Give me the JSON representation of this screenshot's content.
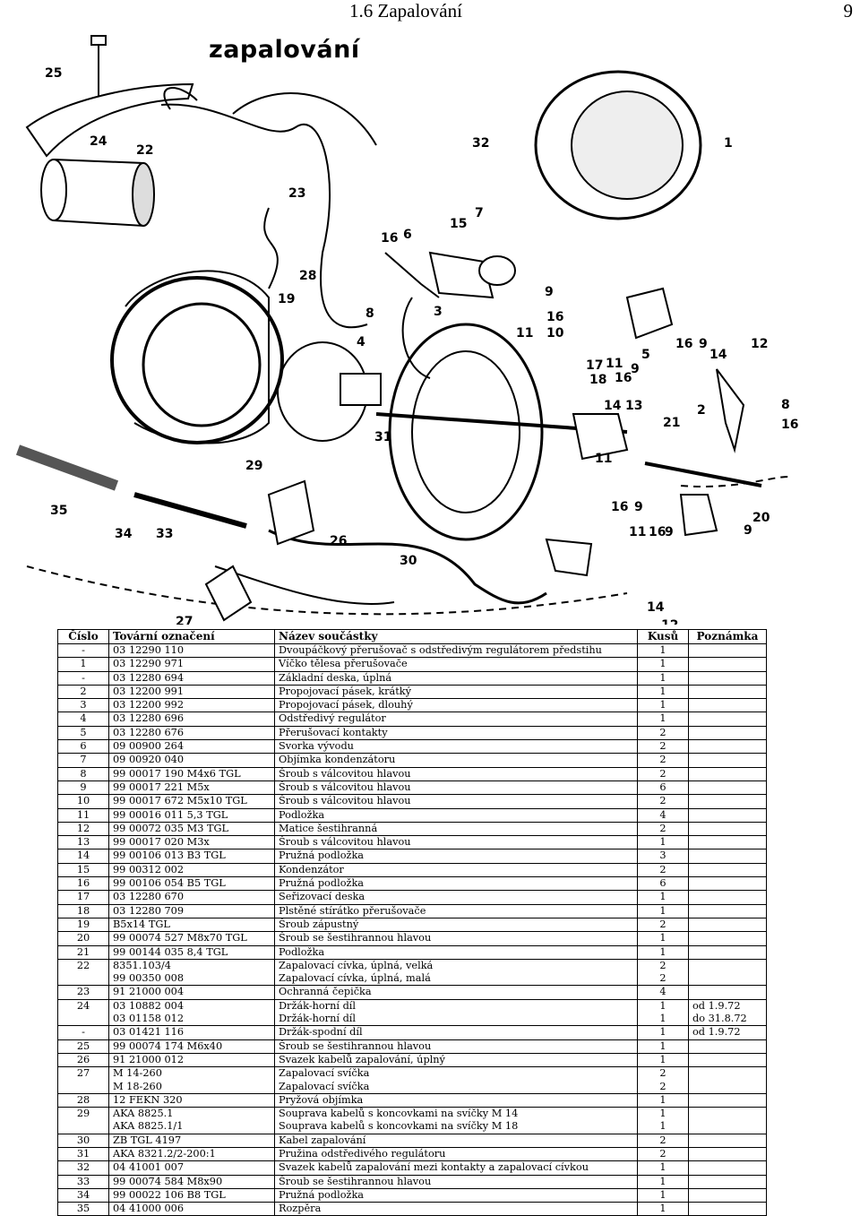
{
  "header": {
    "section": "1.6   Zapalování",
    "page": "9"
  },
  "figure": {
    "title": "zapalování",
    "callouts": [
      "25",
      "24",
      "22",
      "23",
      "28",
      "19",
      "32",
      "1",
      "16",
      "6",
      "15",
      "7",
      "8",
      "3",
      "9",
      "16",
      "11",
      "10",
      "4",
      "5",
      "16",
      "9",
      "12",
      "14",
      "17",
      "11",
      "18",
      "16",
      "9",
      "14",
      "13",
      "8",
      "2",
      "16",
      "21",
      "31",
      "11",
      "29",
      "35",
      "34",
      "33",
      "26",
      "30",
      "27",
      "16",
      "9",
      "11",
      "16",
      "9",
      "20",
      "9",
      "14",
      "12"
    ]
  },
  "table": {
    "headers": [
      "Číslo",
      "Tovární označení",
      "Název součástky",
      "Kusů",
      "Poznámka"
    ],
    "rows": [
      [
        "-",
        "03 12290 110",
        "Dvoupáčkový přerušovač s odstředivým regulátorem předstihu",
        "1",
        ""
      ],
      [
        "1",
        "03 12290 971",
        "Víčko tělesa přerušovače",
        "1",
        ""
      ],
      [
        "-",
        "03 12280 694",
        "Základní deska, úplná",
        "1",
        ""
      ],
      [
        "2",
        "03 12200 991",
        "Propojovací pásek, krátký",
        "1",
        ""
      ],
      [
        "3",
        "03 12200 992",
        "Propojovací pásek, dlouhý",
        "1",
        ""
      ],
      [
        "4",
        "03 12280 696",
        "Odstředivý regulátor",
        "1",
        ""
      ],
      [
        "5",
        "03 12280 676",
        "Přerušovací kontakty",
        "2",
        ""
      ],
      [
        "6",
        "09 00900 264",
        "Svorka vývodu",
        "2",
        ""
      ],
      [
        "7",
        "09 00920 040",
        "Objímka kondenzátoru",
        "2",
        ""
      ],
      [
        "8",
        "99 00017 190 M4x6 TGL",
        "Šroub s válcovitou hlavou",
        "2",
        ""
      ],
      [
        "9",
        "99 00017 221 M5x",
        "Šroub s válcovitou hlavou",
        "6",
        ""
      ],
      [
        "10",
        "99 00017 672 M5x10 TGL",
        "Šroub s válcovitou hlavou",
        "2",
        ""
      ],
      [
        "11",
        "99 00016 011 5,3 TGL",
        "Podložka",
        "4",
        ""
      ],
      [
        "12",
        "99 00072 035 M3 TGL",
        "Matice šestihranná",
        "2",
        ""
      ],
      [
        "13",
        "99 00017 020 M3x",
        "Šroub s válcovitou hlavou",
        "1",
        ""
      ],
      [
        "14",
        "99 00106 013 B3 TGL",
        "Pružná podložka",
        "3",
        ""
      ],
      [
        "15",
        "99 00312 002",
        "Kondenzátor",
        "2",
        ""
      ],
      [
        "16",
        "99 00106 054 B5 TGL",
        "Pružná podložka",
        "6",
        ""
      ],
      [
        "17",
        "03 12280 670",
        "Seřizovací deska",
        "1",
        ""
      ],
      [
        "18",
        "03 12280 709",
        "Plstěné stírátko přerušovače",
        "1",
        ""
      ],
      [
        "19",
        "B5x14 TGL",
        "Šroub zápustný",
        "2",
        ""
      ],
      [
        "20",
        "99 00074 527 M8x70 TGL",
        "Šroub se šestihrannou hlavou",
        "1",
        ""
      ],
      [
        "21",
        "99 00144 035 8,4 TGL",
        "Podložka",
        "1",
        ""
      ],
      [
        "22",
        "8351.103/4",
        "Zapalovací cívka, úplná, velká",
        "2",
        ""
      ],
      [
        "",
        "99 00350 008",
        "Zapalovací cívka, úplná, malá",
        "2",
        ""
      ],
      [
        "23",
        "91 21000 004",
        "Ochranná čepička",
        "4",
        ""
      ],
      [
        "24",
        "03 10882 004",
        "Držák-horní díl",
        "1",
        "od 1.9.72"
      ],
      [
        "",
        "03 01158 012",
        "Držák-horní díl",
        "1",
        "do 31.8.72"
      ],
      [
        "-",
        "03 01421 116",
        "Držák-spodní díl",
        "1",
        "od 1.9.72"
      ],
      [
        "25",
        "99 00074 174 M6x40",
        "Šroub se šestihrannou hlavou",
        "1",
        ""
      ],
      [
        "26",
        "91 21000 012",
        "Svazek kabelů zapalování, úplný",
        "1",
        ""
      ],
      [
        "27",
        "M 14-260",
        "Zapalovací svíčka",
        "2",
        ""
      ],
      [
        "",
        "M 18-260",
        "Zapalovací svíčka",
        "2",
        ""
      ],
      [
        "28",
        "12 FEKN 320",
        "Pryžová objímka",
        "1",
        ""
      ],
      [
        "29",
        "AKA 8825.1",
        "Souprava kabelů s koncovkami na svíčky M 14",
        "1",
        ""
      ],
      [
        "",
        "AKA 8825.1/1",
        "Souprava kabelů s koncovkami na svíčky M 18",
        "1",
        ""
      ],
      [
        "30",
        "ZB TGL 4197",
        "Kabel zapalování",
        "2",
        ""
      ],
      [
        "31",
        "AKA 8321.2/2-200:1",
        "Pružina odstředivého regulátoru",
        "2",
        ""
      ],
      [
        "32",
        "04 41001 007",
        "Svazek kabelů zapalování mezi kontakty a zapalovací cívkou",
        "1",
        ""
      ],
      [
        "33",
        "99 00074 584 M8x90",
        "Šroub se šestihrannou hlavou",
        "1",
        ""
      ],
      [
        "34",
        "99 00022 106 B8 TGL",
        "Pružná podložka",
        "1",
        ""
      ],
      [
        "35",
        "04 41000 006",
        "Rozpěra",
        "1",
        ""
      ]
    ]
  }
}
